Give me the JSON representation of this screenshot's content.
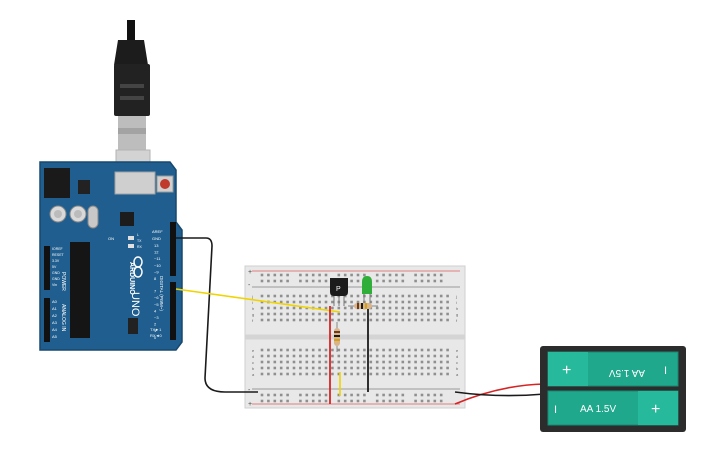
{
  "arduino": {
    "brand": "ARDUINO",
    "model": "UNO",
    "digital_header_label": "DIGITAL (PWM~)",
    "power_label": "POWER",
    "analog_label": "ANALOG IN",
    "rx_label": "RX◄0",
    "tx_label": "TX►1",
    "aref_label": "AREF",
    "gnd_label": "GND",
    "digital_pins": [
      "13",
      "12",
      "~11",
      "~10",
      "~9",
      "8",
      "7",
      "~6",
      "~5",
      "4",
      "~3",
      "2",
      "1",
      "0"
    ],
    "power_pins": [
      "IOREF",
      "RESET",
      "3.3V",
      "5V",
      "GND",
      "GND",
      "Vin"
    ],
    "analog_pins": [
      "A0",
      "A1",
      "A2",
      "A3",
      "A4",
      "A5"
    ],
    "led_labels": [
      "L",
      "TX",
      "RX"
    ],
    "on_label": "ON"
  },
  "breadboard": {
    "columns": 30,
    "row_letters_top": [
      "j",
      "i",
      "h",
      "g",
      "f"
    ],
    "row_letters_bottom": [
      "e",
      "d",
      "c",
      "b",
      "a"
    ],
    "rail_plus": "+",
    "rail_minus": "-"
  },
  "transistor": {
    "label": "P"
  },
  "battery": {
    "cells": [
      {
        "label": "AA 1.5V",
        "flipped": true,
        "plus": "+",
        "minus": "I"
      },
      {
        "label": "AA 1.5V",
        "flipped": false,
        "plus": "+",
        "minus": "I"
      }
    ]
  },
  "colors": {
    "arduino": "#1f5e8f",
    "arduino_dark": "#17496f",
    "breadboard": "#e8e8e8",
    "wire_black": "#1a1a1a",
    "wire_red": "#d62424",
    "wire_yellow": "#f0d400",
    "battery_case": "#2c2c2c",
    "battery_cell": "#1fa88c",
    "led_green": "#2fae3a"
  }
}
